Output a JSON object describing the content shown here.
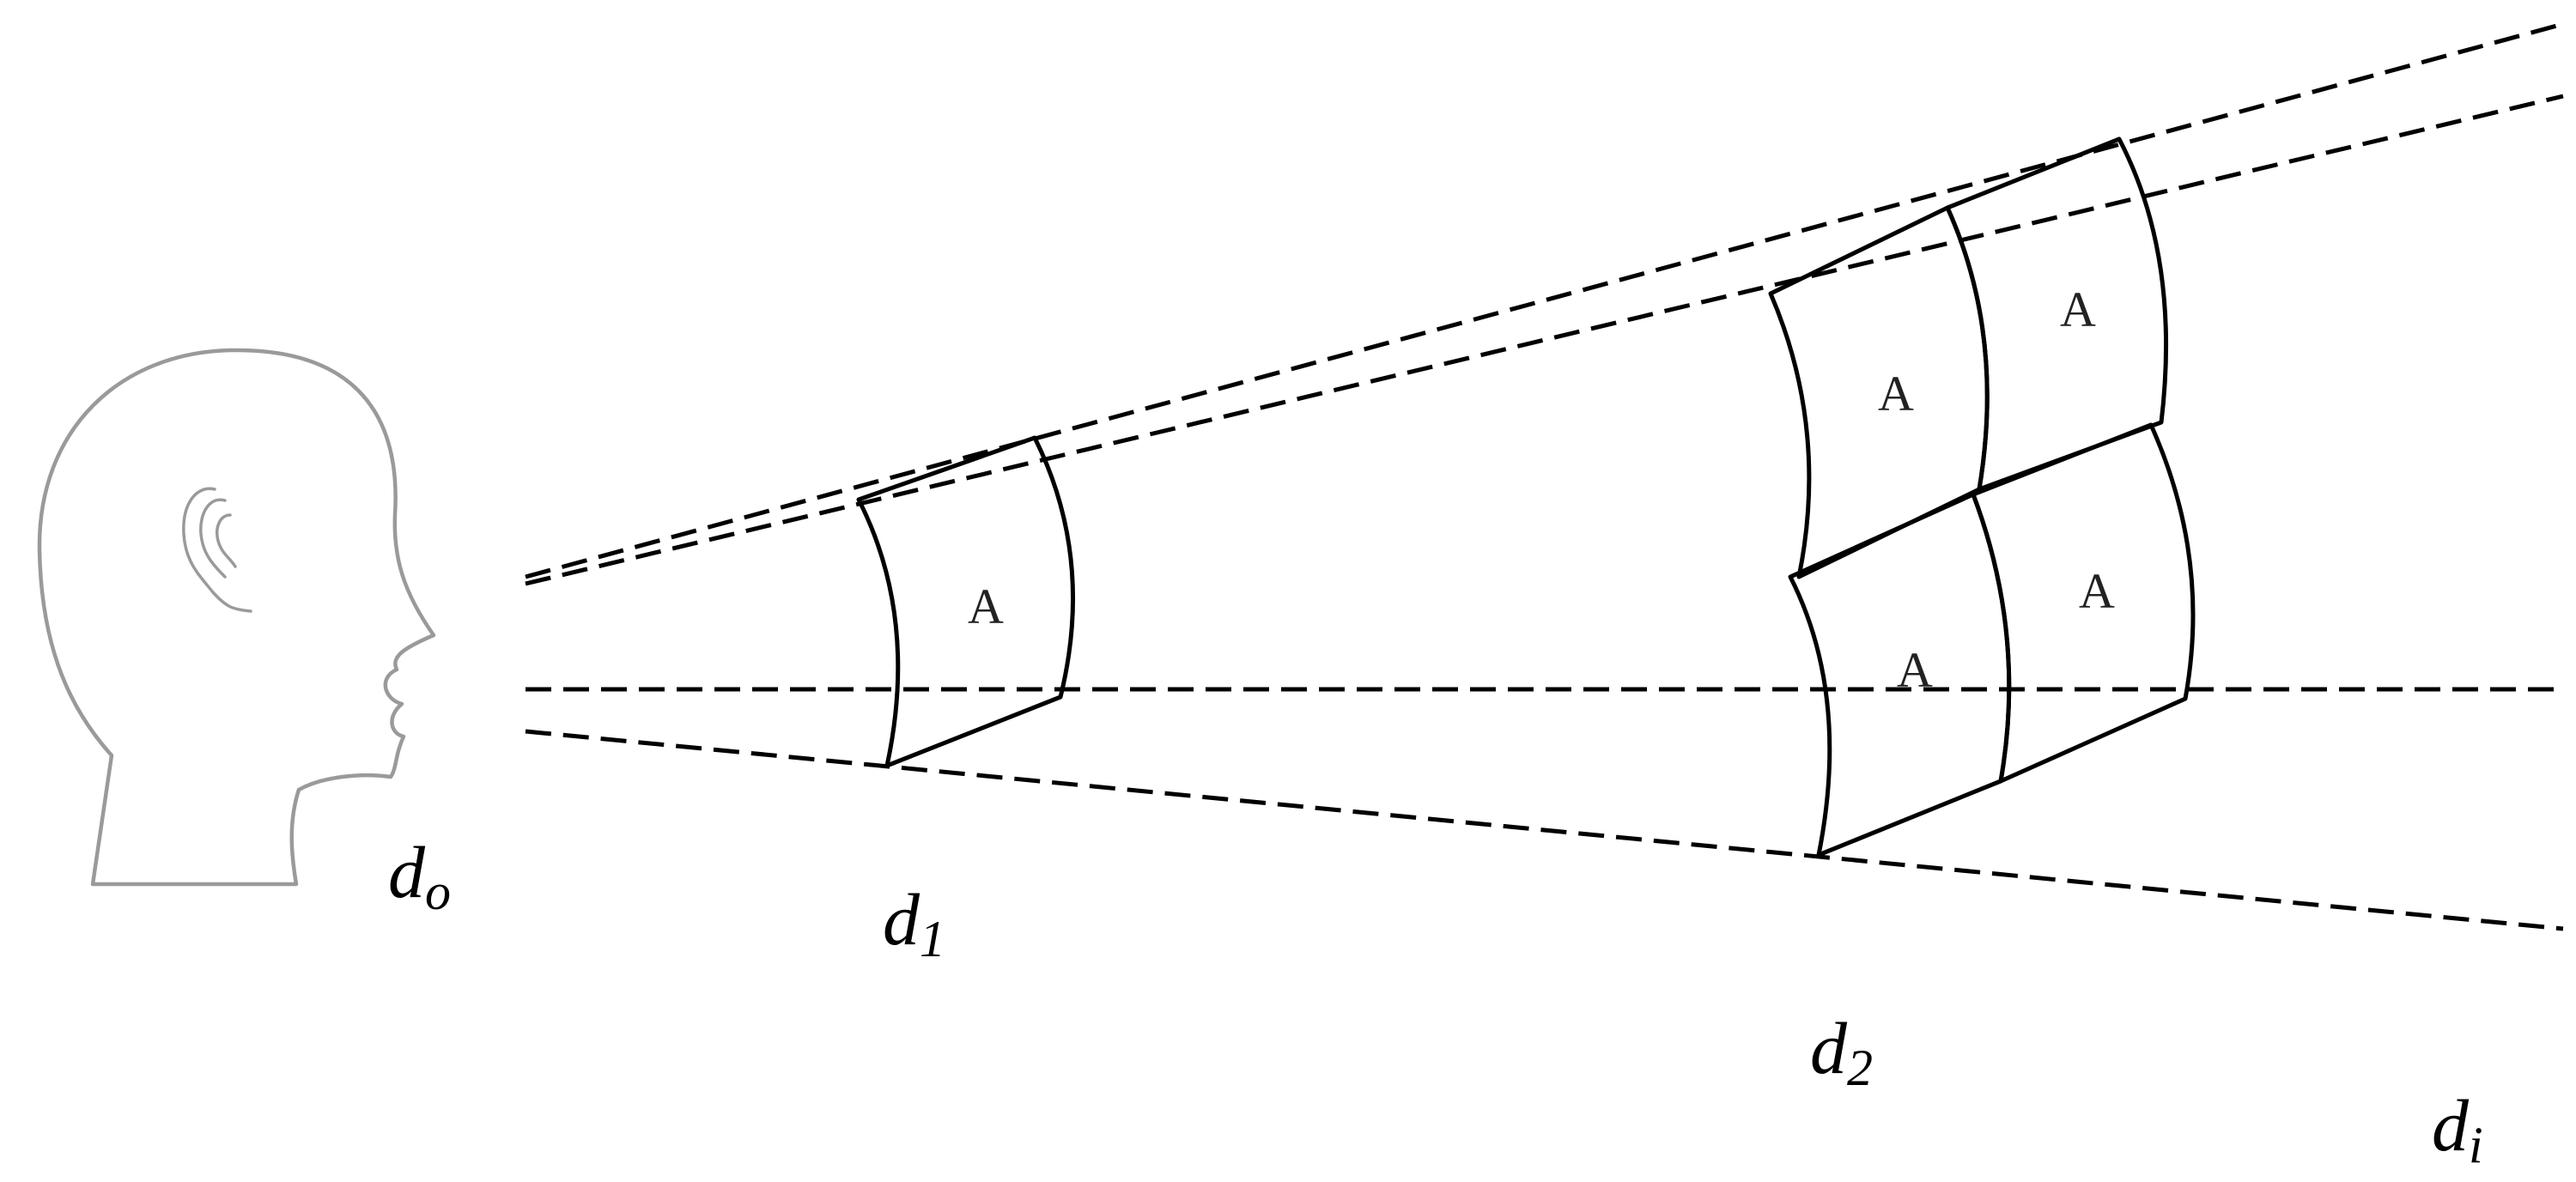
{
  "panels": {
    "letter": "A"
  },
  "distance_labels": {
    "observer": {
      "base": "d",
      "sub": "o"
    },
    "first": {
      "base": "d",
      "sub": "1"
    },
    "second": {
      "base": "d",
      "sub": "2"
    },
    "image": {
      "base": "d",
      "sub": "i"
    }
  }
}
